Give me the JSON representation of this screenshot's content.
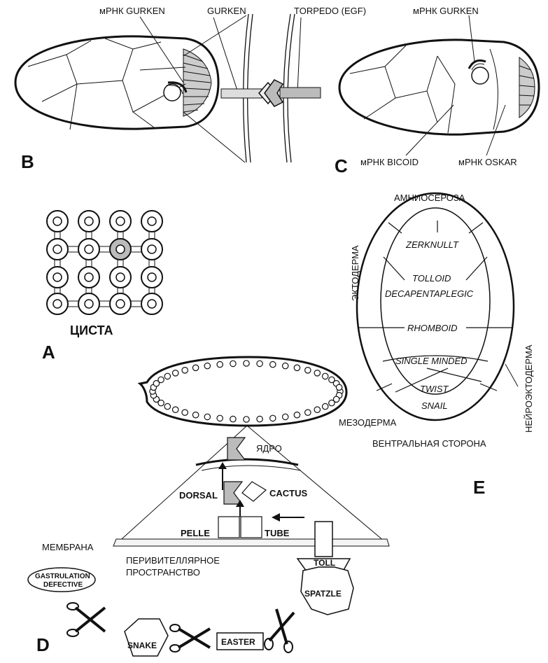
{
  "panel_letters": {
    "a": "A",
    "b": "B",
    "c": "C",
    "d": "D",
    "e": "E"
  },
  "panel_b": {
    "mrna_gurken": "мРНК GURKEN",
    "gurken": "GURKEN",
    "torpedo": "TORPEDO (EGF)"
  },
  "panel_c": {
    "mrna_gurken": "мРНК GURKEN",
    "mrna_bicoid": "мРНК BICOID",
    "mrna_oskar": "мРНК OSKAR"
  },
  "panel_a": {
    "cyst": "ЦИСТА"
  },
  "panel_e": {
    "amnioserosa": "АМНИОСЕРОЗА",
    "ectoderm": "ЭКТОДЕРМА",
    "neuroectoderm": "НЕЙРОЭКТОДЕРМА",
    "mesoderm": "МЕЗОДЕРМА",
    "ventral_side": "ВЕНТРАЛЬНАЯ СТОРОНА",
    "genes": {
      "zerknullt": "ZERKNULLT",
      "tolloid": "TOLLOID",
      "decapentaplegic": "DECAPENTAPLEGIC",
      "rhomboid": "RHOMBOID",
      "single_minded": "SINGLE MINDED",
      "twist": "TWIST",
      "snail": "SNAIL"
    }
  },
  "panel_d": {
    "nucleus": "ЯДРО",
    "dorsal": "DORSAL",
    "cactus": "CACTUS",
    "pelle": "PELLE",
    "tube": "TUBE",
    "membrane": "МЕМБРАНА",
    "perivitelline_1": "ПЕРИВИТЕЛЛЯРНОЕ",
    "perivitelline_2": "ПРОСТРАНСТВО",
    "toll": "TOLL",
    "spatzle": "SPATZLE",
    "gd_1": "GASTRULATION",
    "gd_2": "DEFECTIVE",
    "snake": "SNAKE",
    "easter": "EASTER"
  }
}
